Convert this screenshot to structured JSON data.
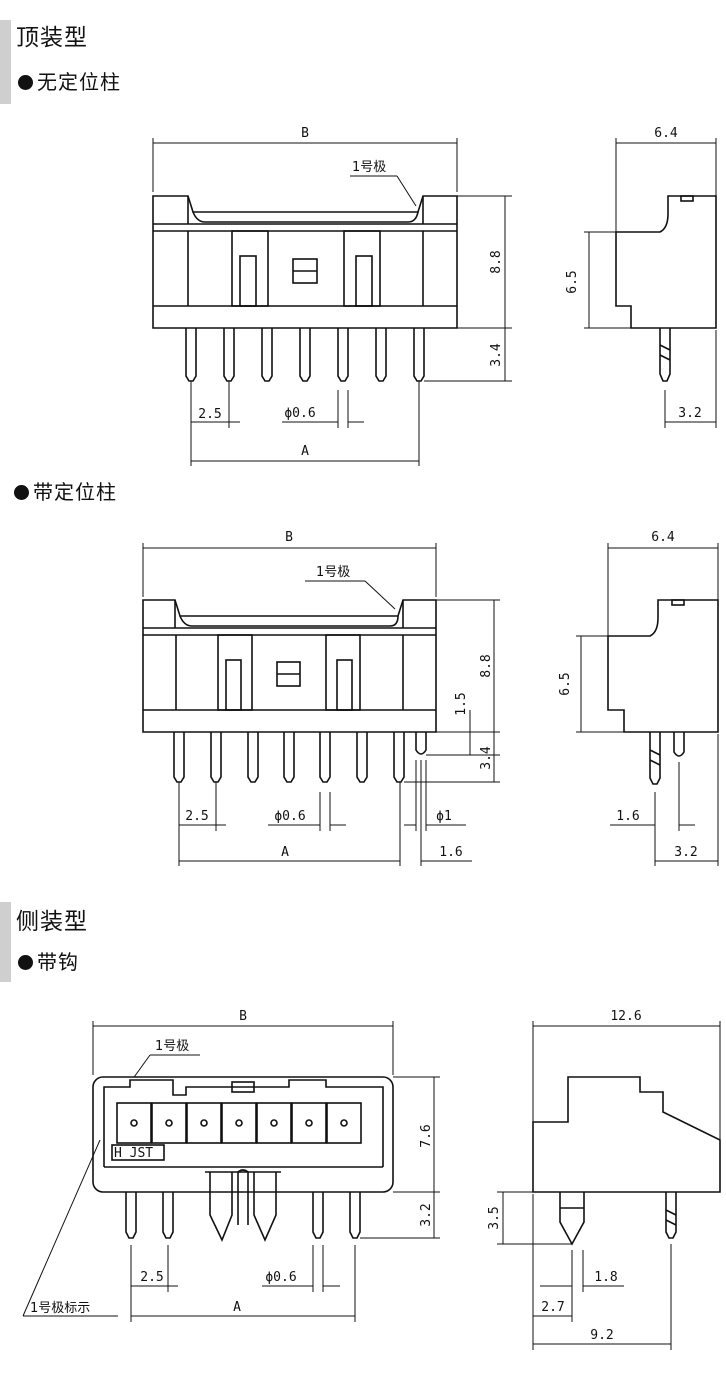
{
  "sections": [
    {
      "title": "顶装型",
      "subsections": [
        {
          "label": "无定位柱"
        },
        {
          "label": "带定位柱"
        }
      ]
    },
    {
      "title": "侧装型",
      "subsections": [
        {
          "label": "带钩"
        }
      ]
    }
  ],
  "views": {
    "top_nopost_front": {
      "B": "B",
      "A": "A",
      "pin1": "1号极",
      "height": "8.8",
      "pin_len": "3.4",
      "pitch": "2.5",
      "pin_dia": "ϕ0.6"
    },
    "top_nopost_side": {
      "depth": "6.4",
      "height": "6.5",
      "offset": "3.2"
    },
    "top_post_front": {
      "B": "B",
      "A": "A",
      "pin1": "1号极",
      "height": "8.8",
      "post_h": "1.5",
      "pin_len": "3.4",
      "pitch": "2.5",
      "pin_dia": "ϕ0.6",
      "post_dia": "ϕ1",
      "post_off": "1.6"
    },
    "top_post_side": {
      "depth": "6.4",
      "height": "6.5",
      "post_off": "1.6",
      "offset": "3.2"
    },
    "side_hook_front": {
      "B": "B",
      "A": "A",
      "pin1": "1号极",
      "brand": "H JST",
      "height": "7.6",
      "pin_len": "3.2",
      "pitch": "2.5",
      "pin_dia": "ϕ0.6",
      "pin1_mark": "1号极标示"
    },
    "side_hook_side": {
      "length": "12.6",
      "height": "3.5",
      "pitch": "1.8",
      "offset": "2.7",
      "depth": "9.2"
    }
  }
}
